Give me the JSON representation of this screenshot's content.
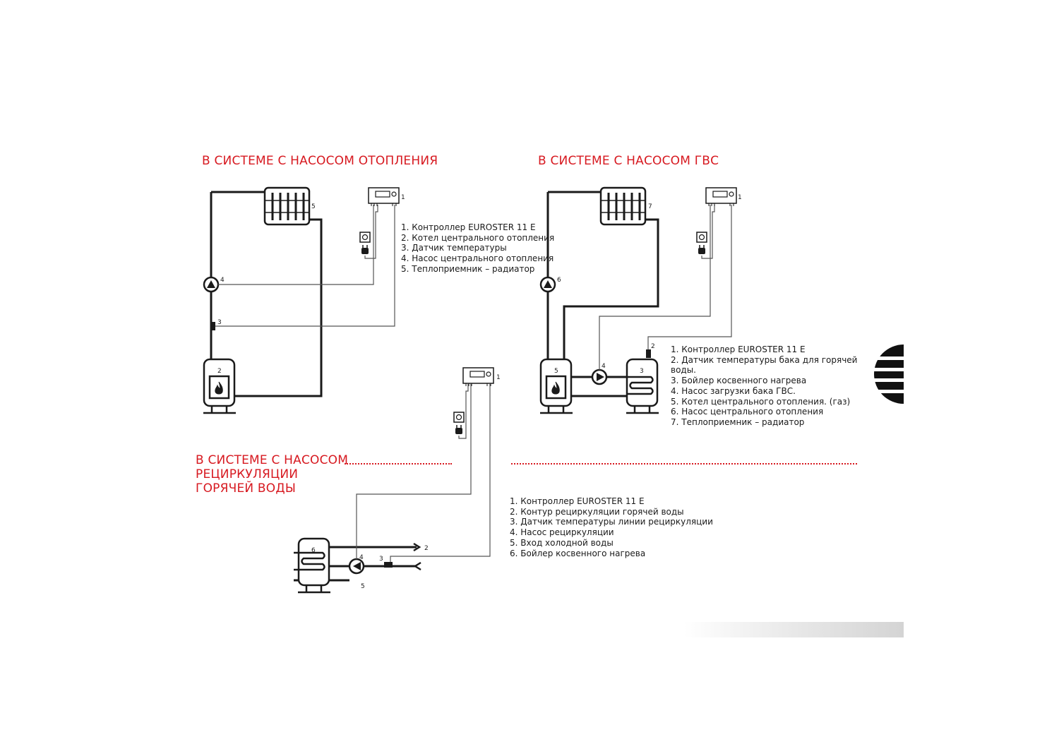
{
  "sections": {
    "heating_pump": {
      "title": "В СИСТЕМЕ С НАСОСОМ ОТОПЛЕНИЯ",
      "legend": [
        "1. Контроллер EUROSTER 11 E",
        "2. Котел центрального отопления",
        "3. Датчик температуры",
        "4. Насос центрального отопления",
        "5. Теплоприемник – радиатор"
      ],
      "labels": [
        "1",
        "2",
        "3",
        "4",
        "5"
      ]
    },
    "dhw_pump": {
      "title": "В СИСТЕМЕ С НАСОСОМ ГВС",
      "legend": [
        "1. Контроллер EUROSTER 11 E",
        "2. Датчик температуры бака для горячей",
        "воды.",
        "3. Бойлер косвенного нагрева",
        "4. Насос загрузки бака ГВС.",
        "5. Котел центрального отопления. (газ)",
        "6. Насос центрального отопления",
        "7. Теплоприемник – радиатор"
      ],
      "labels": [
        "1",
        "2",
        "3",
        "4",
        "5",
        "6",
        "7"
      ]
    },
    "recirculation": {
      "title_lines": [
        "В СИСТЕМЕ С  НАСОСОМ",
        "РЕЦИРКУЛЯЦИИ",
        "ГОРЯЧЕЙ ВОДЫ"
      ],
      "legend": [
        "1. Контроллер EUROSTER 11 E",
        "2. Контур рециркуляции горячей воды",
        "3. Датчик температуры линии рециркуляции",
        "4. Насос рециркуляции",
        "5. Вход холодной воды",
        "6. Бойлер косвенного нагрева"
      ],
      "labels": [
        "1",
        "2",
        "3",
        "4",
        "5",
        "6"
      ]
    }
  },
  "colors": {
    "accent": "#d71920",
    "line": "#1a1a1a",
    "wire": "#555555"
  },
  "icons": [
    "controller-icon",
    "socket-icon",
    "plug-icon",
    "radiator-icon",
    "boiler-icon",
    "flame-icon",
    "pump-icon",
    "sensor-icon",
    "tank-icon",
    "coil-icon",
    "brand-logo-icon"
  ]
}
